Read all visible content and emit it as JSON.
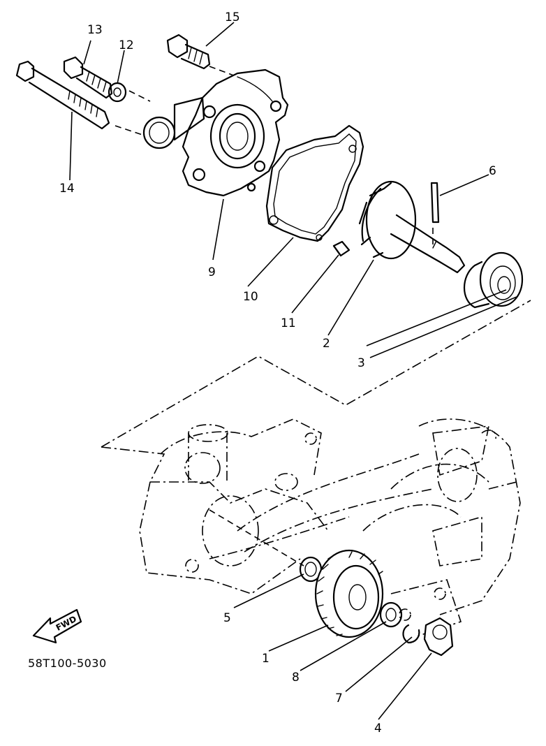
{
  "diagram": {
    "part_code": "58T100-5030",
    "direction_label": "FWD",
    "callouts": [
      {
        "id": "c1",
        "label": "1"
      },
      {
        "id": "c2",
        "label": "2"
      },
      {
        "id": "c3",
        "label": "3"
      },
      {
        "id": "c4",
        "label": "4"
      },
      {
        "id": "c5",
        "label": "5"
      },
      {
        "id": "c6",
        "label": "6"
      },
      {
        "id": "c7",
        "label": "7"
      },
      {
        "id": "c8",
        "label": "8"
      },
      {
        "id": "c9",
        "label": "9"
      },
      {
        "id": "c10",
        "label": "10"
      },
      {
        "id": "c11",
        "label": "11"
      },
      {
        "id": "c12",
        "label": "12"
      },
      {
        "id": "c13",
        "label": "13"
      },
      {
        "id": "c14",
        "label": "14"
      },
      {
        "id": "c15",
        "label": "15"
      }
    ]
  }
}
